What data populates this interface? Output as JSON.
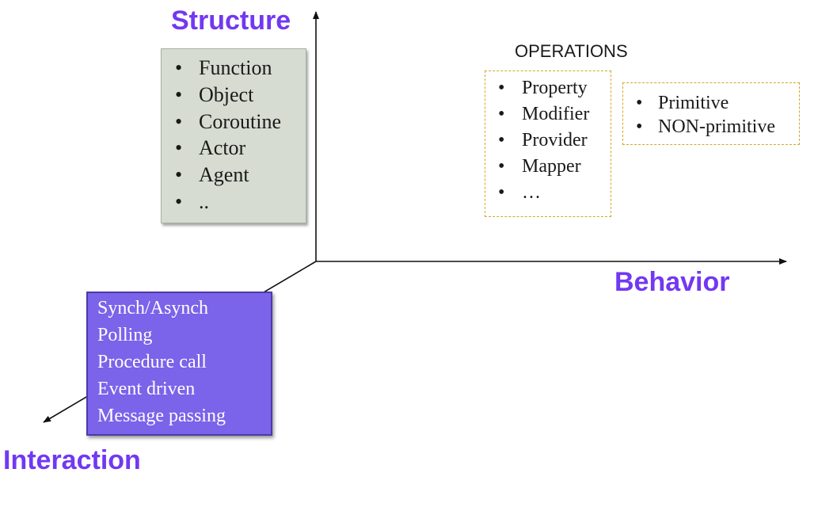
{
  "colors": {
    "axis_label": "#7238f2",
    "structure_box_fill": "#d6dcd1",
    "interaction_box_fill": "#7b63ea",
    "dashed_border": "#d4a62a",
    "axis_line": "#111111"
  },
  "axes": {
    "structure": "Structure",
    "behavior": "Behavior",
    "interaction": "Interaction"
  },
  "structure_box": {
    "items": [
      "Function",
      "Object",
      "Coroutine",
      "Actor",
      "Agent",
      ".."
    ]
  },
  "operations": {
    "title": "OPERATIONS",
    "items": [
      "Property",
      "Modifier",
      "Provider",
      "Mapper",
      "…"
    ]
  },
  "primitive_box": {
    "items": [
      "Primitive",
      "NON-primitive"
    ]
  },
  "interaction_box": {
    "items": [
      "Synch/Asynch",
      "Polling",
      "Procedure call",
      "Event driven",
      "Message passing"
    ]
  }
}
